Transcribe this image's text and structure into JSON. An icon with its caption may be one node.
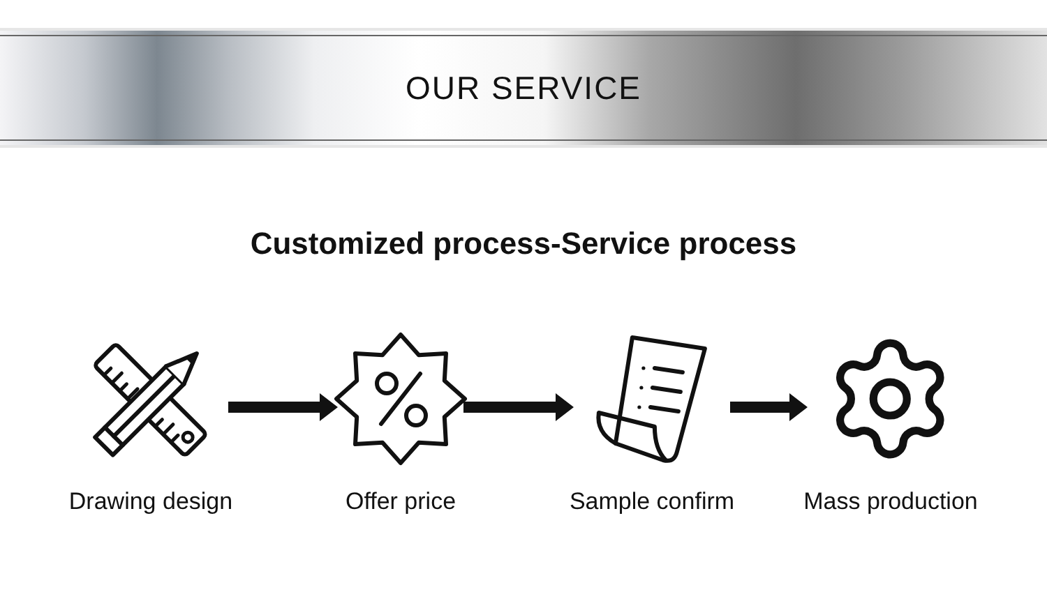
{
  "diagram": {
    "title": "Customized process-Service process",
    "nodes": [
      {
        "text": [
          "Drawing design"
        ]
      },
      {
        "text": [
          "Offer price"
        ]
      },
      {
        "text": [
          "Sample confirm"
        ]
      },
      {
        "text": [
          "Mass production"
        ]
      }
    ],
    "edges": [
      {
        "from": 0,
        "to": 1,
        "arrow": "to"
      },
      {
        "from": 1,
        "to": 2,
        "arrow": "to"
      },
      {
        "from": 2,
        "to": 3,
        "arrow": "to"
      }
    ],
    "labels": [
      "OUR SERVICE"
    ]
  }
}
